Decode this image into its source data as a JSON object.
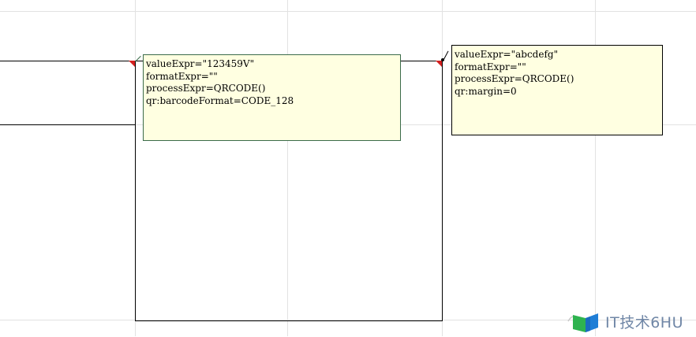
{
  "comments": [
    {
      "lines": [
        "valueExpr=\"123459V\"",
        "formatExpr=\"\"",
        "processExpr=QRCODE()",
        "qr:barcodeFormat=CODE_128"
      ]
    },
    {
      "lines": [
        "valueExpr=\"abcdefg\"",
        "formatExpr=\"\"",
        "processExpr=QRCODE()",
        "qr:margin=0"
      ]
    }
  ],
  "watermark": {
    "text": "IT技术6HU",
    "icon": "book-logo-icon",
    "colors": {
      "green": "#2fb34f",
      "blue": "#1f7ed6",
      "text": "#6f86a6"
    }
  },
  "colors": {
    "note_background": "#ffffe1",
    "note_border": "#3b6b49",
    "comment_marker": "#d32020",
    "gridline": "#e2e2e2"
  }
}
